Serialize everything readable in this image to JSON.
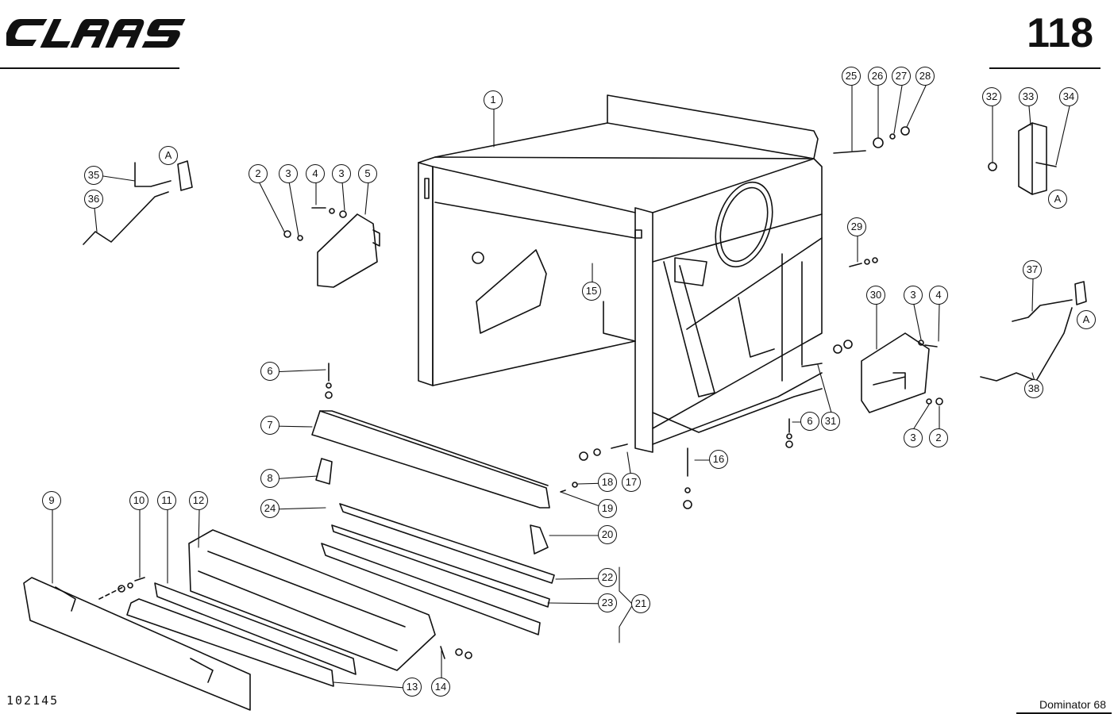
{
  "header": {
    "brand_logo_text": "CLAAS",
    "page_number": "118"
  },
  "footer": {
    "drawing_number": "102145",
    "model": "Dominator 68"
  },
  "diagram": {
    "reference_marker": "A",
    "part_labels": [
      "1",
      "2",
      "3",
      "4",
      "3",
      "5",
      "6",
      "7",
      "8",
      "9",
      "10",
      "11",
      "12",
      "13",
      "14",
      "15",
      "16",
      "17",
      "18",
      "19",
      "20",
      "21",
      "22",
      "23",
      "24",
      "25",
      "26",
      "27",
      "28",
      "29",
      "30",
      "3",
      "4",
      "31",
      "6",
      "3",
      "2",
      "32",
      "33",
      "34",
      "35",
      "36",
      "37",
      "38"
    ]
  }
}
